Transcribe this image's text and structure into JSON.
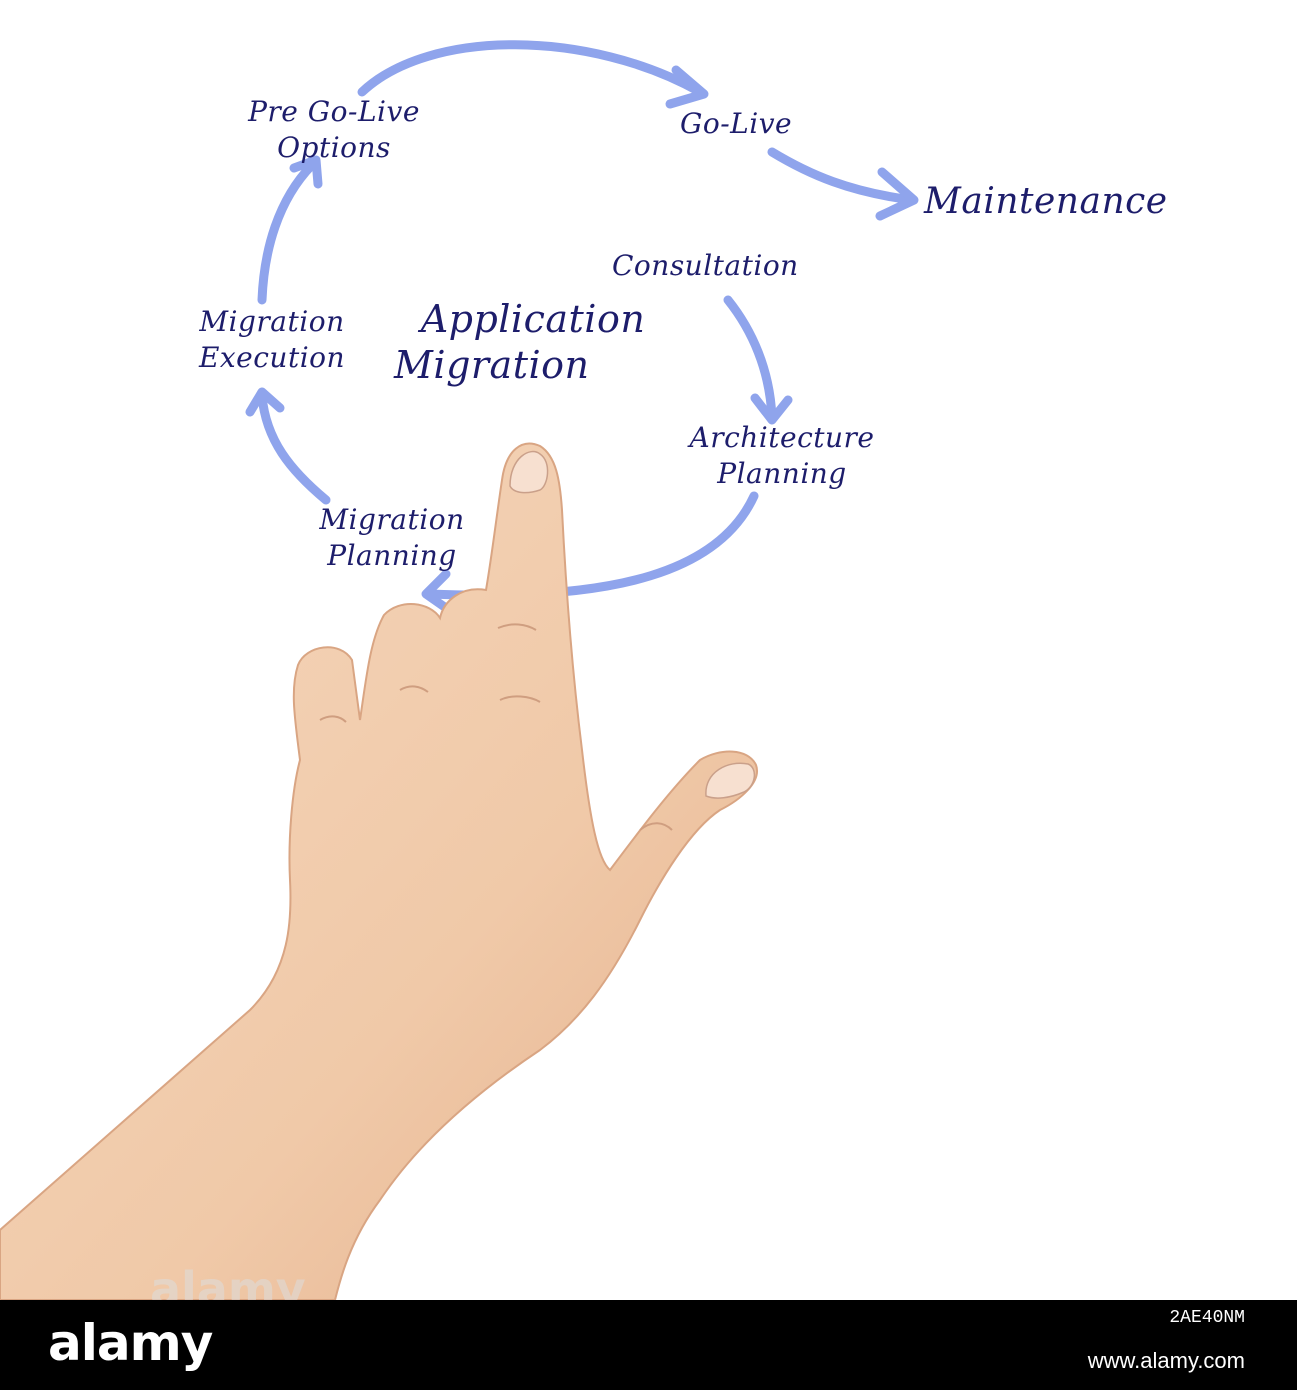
{
  "diagram": {
    "title_lines": [
      "Application",
      "Migration"
    ],
    "nodes": {
      "pre_go_live": [
        "Pre Go-Live",
        "Options"
      ],
      "go_live": "Go-Live",
      "maintenance": "Maintenance",
      "consultation": "Consultation",
      "architecture_planning": [
        "Architecture",
        "Planning"
      ],
      "migration_planning": [
        "Migration",
        "Planning"
      ],
      "migration_execution": [
        "Migration",
        "Execution"
      ]
    },
    "arrow_color": "#8fa4ec",
    "text_color": "#1d1d6b"
  },
  "footer": {
    "brand": "alamy",
    "image_id": "2AE40NM",
    "url": "www.alamy.com",
    "background": "#000000"
  },
  "watermark": "alamy",
  "photo": {
    "subject": "hand pointing",
    "skin_color": "#f0c9a8"
  }
}
